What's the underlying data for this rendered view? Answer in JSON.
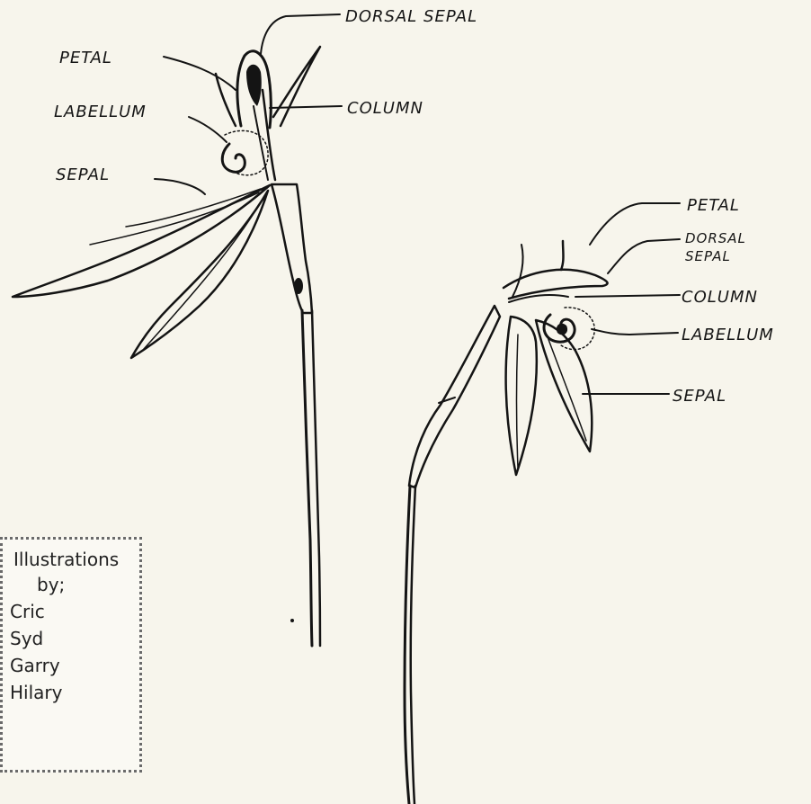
{
  "figure": {
    "left_flower_labels": {
      "dorsal_sepal": "DORSAL SEPAL",
      "petal": "PETAL",
      "labellum": "LABELLUM",
      "column": "COLUMN",
      "sepal": "SEPAL"
    },
    "right_flower_labels": {
      "petal": "PETAL",
      "dorsal_sepal_line1": "DORSAL",
      "dorsal_sepal_line2": "SEPAL",
      "column": "COLUMN",
      "labellum": "LABELLUM",
      "sepal": "SEPAL"
    }
  },
  "credits": {
    "heading": "Illustrations",
    "by": "by;",
    "names": [
      "Cric",
      "Syd",
      "Garry",
      "Hilary"
    ]
  },
  "colors": {
    "background": "#f7f5ec",
    "ink": "#141414",
    "credits_border": "#6a6a6a"
  }
}
